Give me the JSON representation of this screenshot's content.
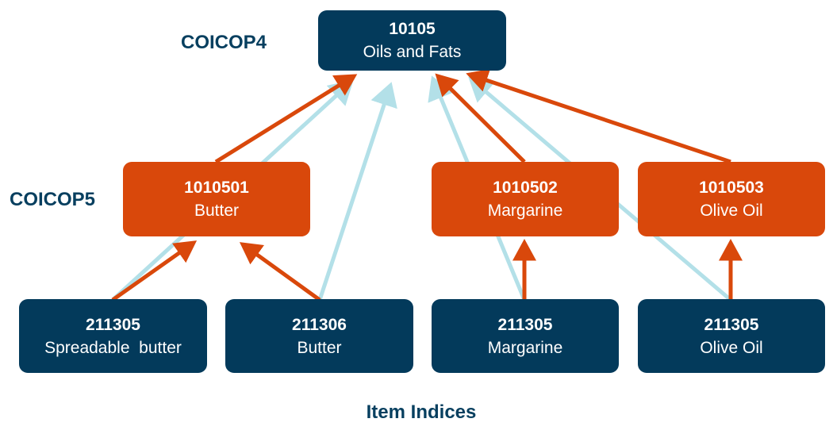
{
  "labels": {
    "level4": "COICOP4",
    "level5": "COICOP5",
    "footer": "Item Indices"
  },
  "nodes": {
    "top": {
      "code": "10105",
      "name": "Oils and Fats"
    },
    "c5_butter": {
      "code": "1010501",
      "name": "Butter"
    },
    "c5_margarine": {
      "code": "1010502",
      "name": "Margarine"
    },
    "c5_olive": {
      "code": "1010503",
      "name": "Olive Oil"
    },
    "i_spreadable": {
      "code": "211305",
      "name": "Spreadable  butter"
    },
    "i_butter": {
      "code": "211306",
      "name": "Butter"
    },
    "i_margarine": {
      "code": "211305",
      "name": "Margarine"
    },
    "i_olive": {
      "code": "211305",
      "name": "Olive Oil"
    }
  },
  "colors": {
    "dark": "#033a5b",
    "orange": "#d9480b",
    "light_blue": "#b3e0e8",
    "label_text": "#073f5f"
  }
}
